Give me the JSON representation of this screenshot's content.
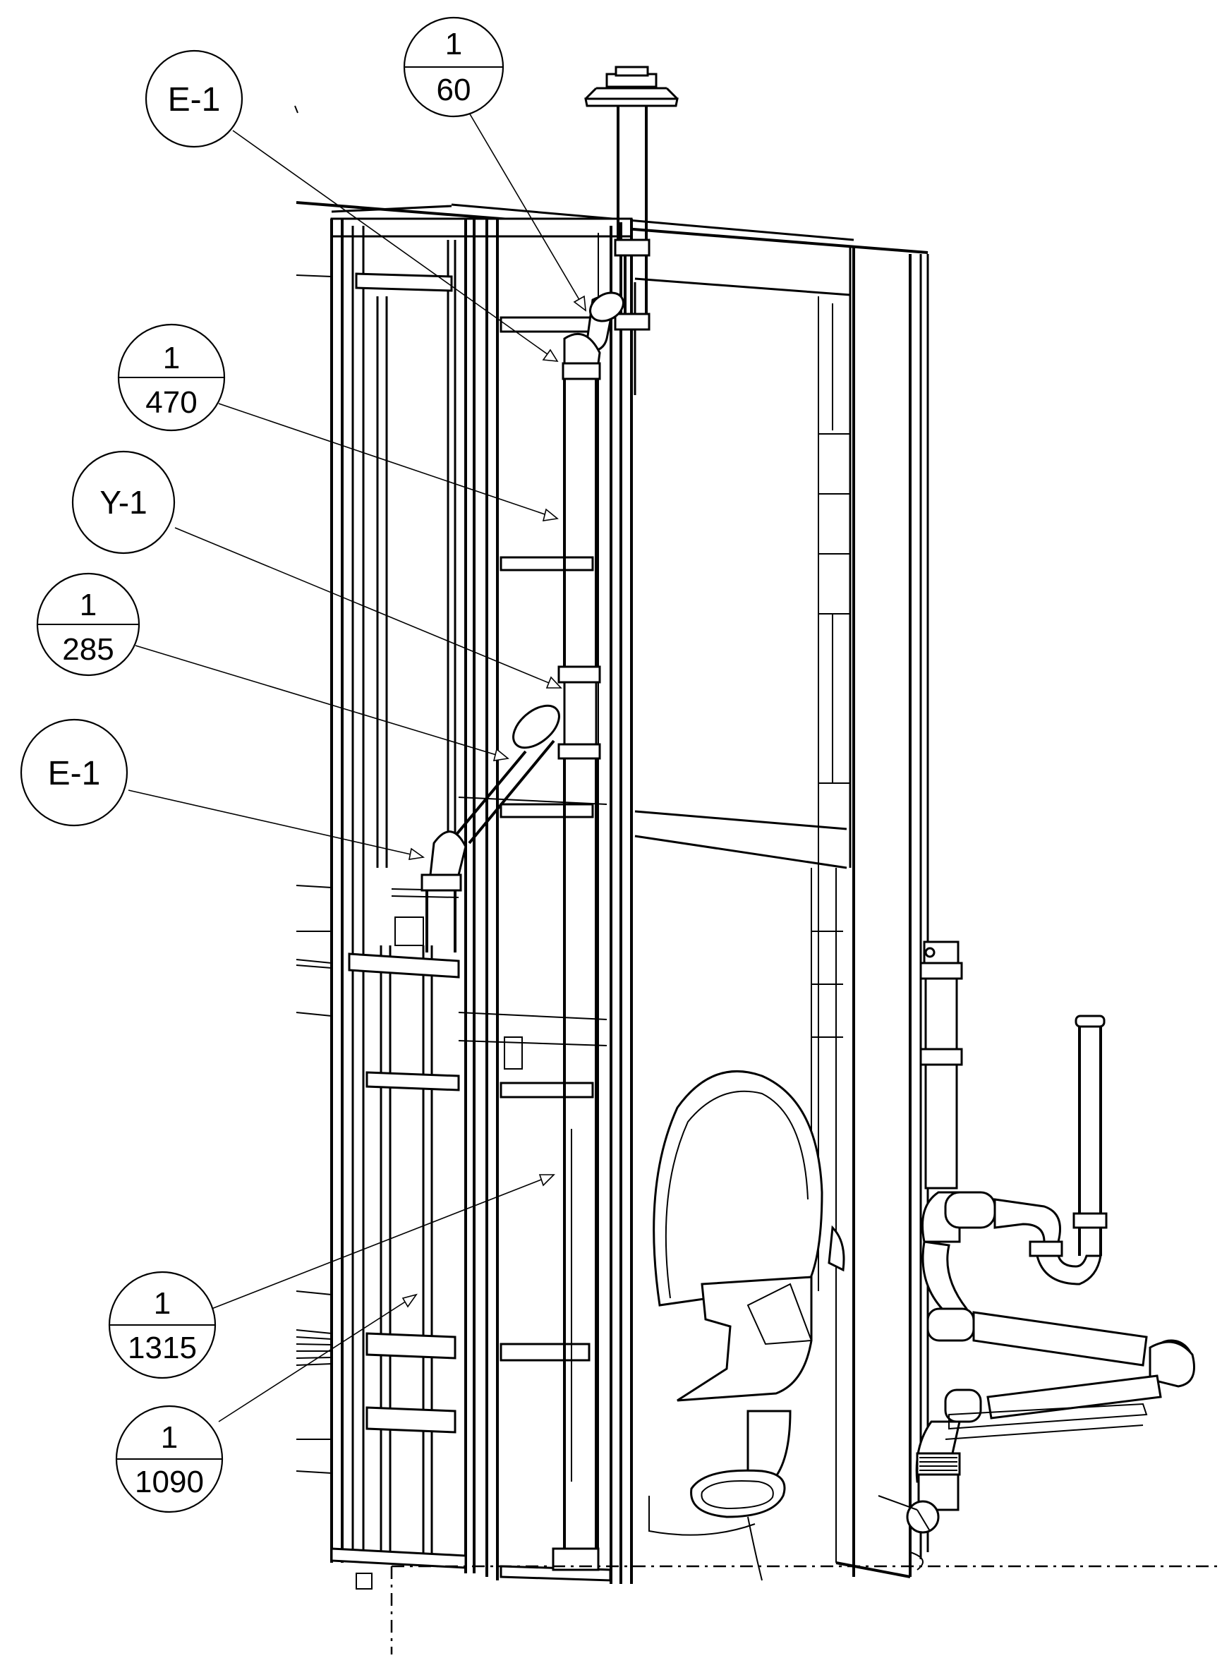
{
  "callouts": [
    {
      "id": "c1",
      "top": "E-1",
      "bottom": ""
    },
    {
      "id": "c2",
      "top": "1",
      "bottom": "60"
    },
    {
      "id": "c3",
      "top": "1",
      "bottom": "470"
    },
    {
      "id": "c4",
      "top": "Y-1",
      "bottom": ""
    },
    {
      "id": "c5",
      "top": "1",
      "bottom": "285"
    },
    {
      "id": "c6",
      "top": "E-1",
      "bottom": ""
    },
    {
      "id": "c7",
      "top": "1",
      "bottom": "1315"
    },
    {
      "id": "c8",
      "top": "1",
      "bottom": "1090"
    }
  ],
  "colors": {
    "line": "#000000",
    "background": "#ffffff"
  }
}
